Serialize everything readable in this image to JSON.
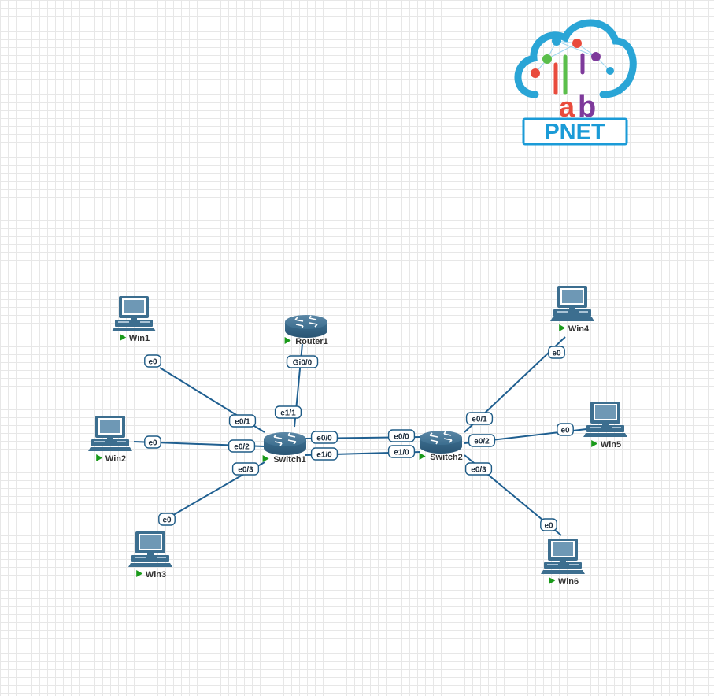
{
  "logo": {
    "top_text": "lab",
    "brand": "PNET",
    "colors": {
      "cloud": "#2aa5d6",
      "l1": "#e94b3c",
      "l2": "#5bbf4b",
      "a": "#e94b3c",
      "b": "#7e3a9b",
      "brand": "#1b9bd7"
    }
  },
  "colors": {
    "link": "#1f5f90",
    "device": "#3c6e8f",
    "running": "#1a9a1a"
  },
  "nodes": [
    {
      "id": "win1",
      "type": "pc",
      "icon": "pc-icon",
      "label": "Win1"
    },
    {
      "id": "win2",
      "type": "pc",
      "icon": "pc-icon",
      "label": "Win2"
    },
    {
      "id": "win3",
      "type": "pc",
      "icon": "pc-icon",
      "label": "Win3"
    },
    {
      "id": "router1",
      "type": "router",
      "icon": "router-icon",
      "label": "Router1"
    },
    {
      "id": "switch1",
      "type": "router",
      "icon": "router-icon",
      "label": "Switch1"
    },
    {
      "id": "switch2",
      "type": "router",
      "icon": "router-icon",
      "label": "Switch2"
    },
    {
      "id": "win4",
      "type": "pc",
      "icon": "pc-icon",
      "label": "Win4"
    },
    {
      "id": "win5",
      "type": "pc",
      "icon": "pc-icon",
      "label": "Win5"
    },
    {
      "id": "win6",
      "type": "pc",
      "icon": "pc-icon",
      "label": "Win6"
    }
  ],
  "links": [
    {
      "from": "win1",
      "to": "switch1",
      "from_port": "e0",
      "to_port": "e0/1"
    },
    {
      "from": "win2",
      "to": "switch1",
      "from_port": "e0",
      "to_port": "e0/2"
    },
    {
      "from": "win3",
      "to": "switch1",
      "from_port": "e0",
      "to_port": "e0/3"
    },
    {
      "from": "router1",
      "to": "switch1",
      "from_port": "Gi0/0",
      "to_port": "e1/1"
    },
    {
      "from": "switch1",
      "to": "switch2",
      "from_port": "e0/0",
      "to_port": "e0/0"
    },
    {
      "from": "switch1",
      "to": "switch2",
      "from_port": "e1/0",
      "to_port": "e1/0"
    },
    {
      "from": "switch2",
      "to": "win4",
      "from_port": "e0/1",
      "to_port": "e0"
    },
    {
      "from": "switch2",
      "to": "win5",
      "from_port": "e0/2",
      "to_port": "e0"
    },
    {
      "from": "switch2",
      "to": "win6",
      "from_port": "e0/3",
      "to_port": "e0"
    }
  ]
}
